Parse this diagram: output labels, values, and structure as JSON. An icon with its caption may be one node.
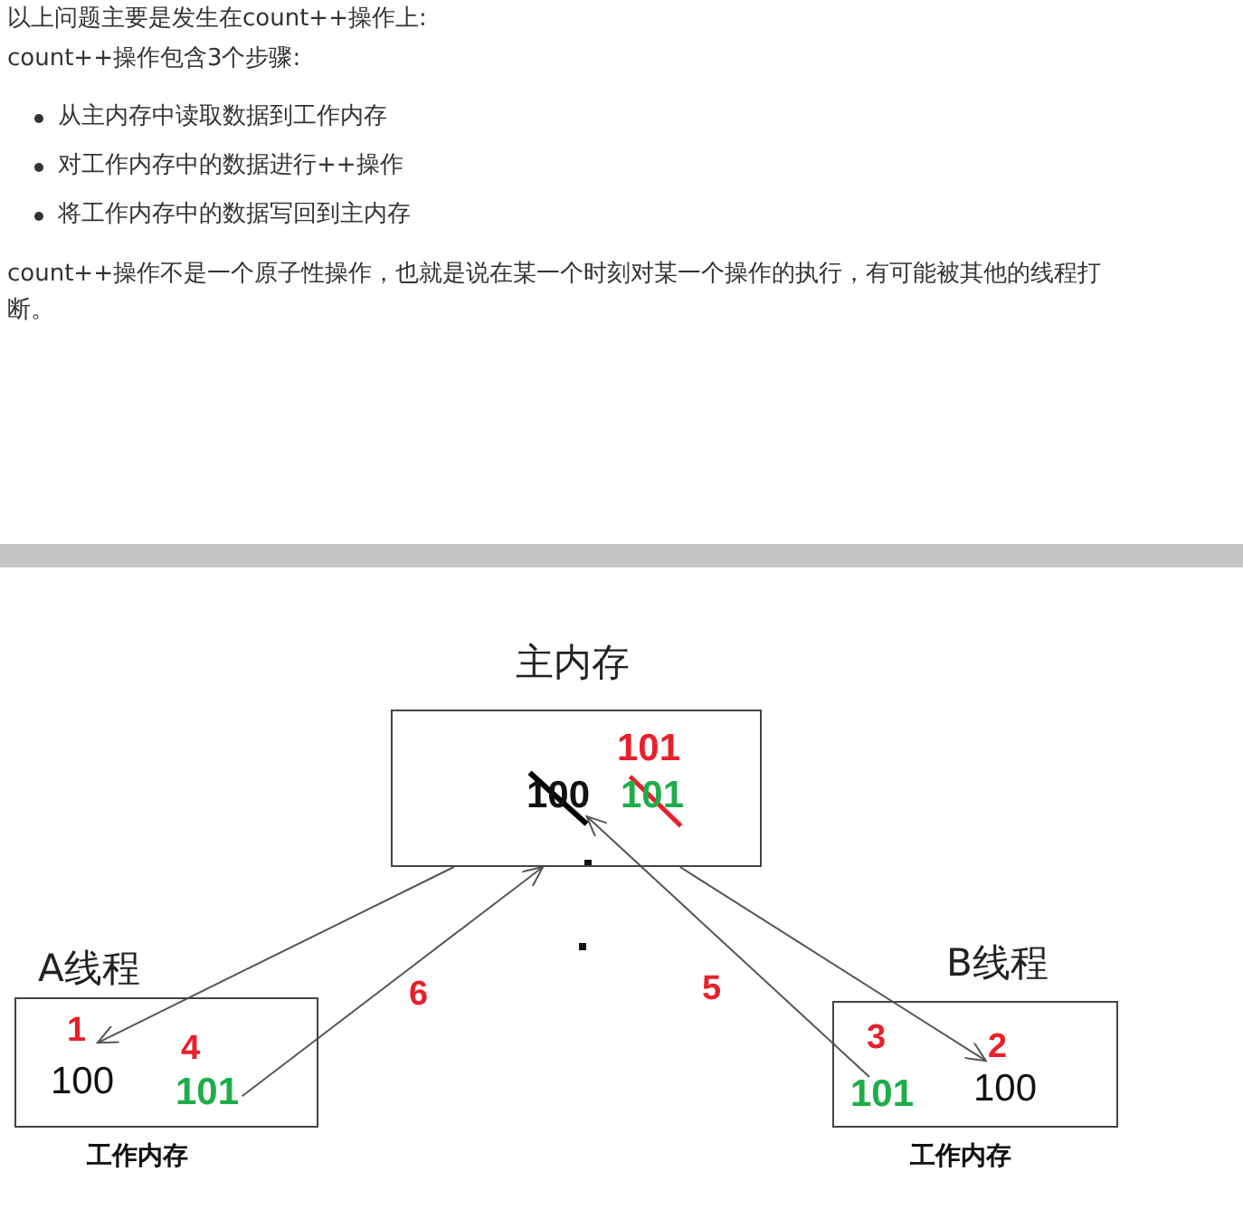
{
  "diagram": {
    "nodes": [
      {
        "text": [
          "主内存"
        ]
      },
      {
        "text": [
          "101"
        ],
        "in": 0
      },
      {
        "text": [
          "100"
        ],
        "in": 0
      },
      {
        "text": [
          "101"
        ],
        "in": 0
      },
      {
        "text": [
          "A线程"
        ],
        "beside": [
          "工作内存"
        ]
      },
      {
        "text": [
          "1"
        ],
        "in": 4
      },
      {
        "text": [
          "100"
        ],
        "in": 4
      },
      {
        "text": [
          "4"
        ],
        "in": 4
      },
      {
        "text": [
          "101"
        ],
        "in": 4
      },
      {
        "text": [
          "B线程"
        ],
        "beside": [
          "工作内存"
        ]
      },
      {
        "text": [
          "3"
        ],
        "in": 9
      },
      {
        "text": [
          "101"
        ],
        "in": 9
      },
      {
        "text": [
          "2"
        ],
        "in": 9
      },
      {
        "text": [
          "100"
        ],
        "in": 9
      }
    ],
    "edges": [
      {
        "from": 0,
        "to": 5,
        "arrow": "to"
      },
      {
        "from": 8,
        "to": 0,
        "arrow": "to",
        "label": "6"
      },
      {
        "from": 0,
        "to": 12,
        "arrow": "to"
      },
      {
        "from": 11,
        "to": 2,
        "arrow": "to",
        "label": "5"
      }
    ],
    "labels": [
      "以上问题主要是发生在count++操作上:",
      "count++操作包含3个步骤:",
      "从主内存中读取数据到工作内存",
      "对工作内存中的数据进行++操作",
      "将工作内存中的数据写回到主内存",
      "count++操作不是一个原子性操作，也就是说在某一个时刻对某一个操作的执行，有可能被其他的线程打断。"
    ]
  }
}
